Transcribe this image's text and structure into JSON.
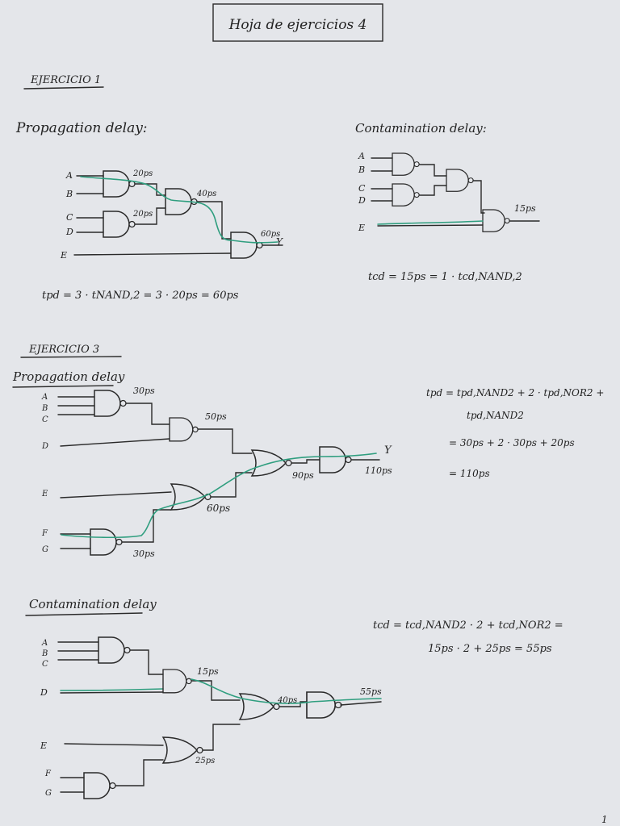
{
  "sheet": {
    "title": "Hoja de ejercicios 4",
    "page_number": "1"
  },
  "ex1": {
    "heading": "EJERCICIO 1",
    "prop": {
      "heading": "Propagation delay:",
      "inputs": [
        "A",
        "B",
        "C",
        "D",
        "E"
      ],
      "output": "Y",
      "delays": [
        "20ps",
        "20ps",
        "40ps",
        "60ps"
      ],
      "formula": "tpd = 3 · tNAND,2 = 3 · 20ps = 60ps"
    },
    "cont": {
      "heading": "Contamination delay:",
      "inputs": [
        "A",
        "B",
        "C",
        "D",
        "E"
      ],
      "delay": "15ps",
      "formula": "tcd = 15ps = 1 · tcd,NAND,2"
    }
  },
  "ex3": {
    "heading": "EJERCICIO 3",
    "prop": {
      "heading": "Propagation delay",
      "inputs": [
        "A",
        "B",
        "C",
        "D",
        "E",
        "F",
        "G"
      ],
      "output": "Y",
      "delays": [
        "30ps",
        "50ps",
        "90ps",
        "110ps",
        "60ps",
        "30ps"
      ],
      "formula": [
        "tpd = tpd,NAND2 + 2 · tpd,NOR2 +",
        "tpd,NAND2",
        "= 30ps + 2 · 30ps + 20ps",
        "= 110ps"
      ]
    },
    "cont": {
      "heading": "Contamination delay",
      "inputs": [
        "A",
        "B",
        "C",
        "D",
        "E",
        "F",
        "G"
      ],
      "delays": [
        "15ps",
        "40ps",
        "55ps",
        "25ps"
      ],
      "formula": [
        "tcd = tcd,NAND2 · 2 + tcd,NOR2 =",
        "15ps · 2 + 25ps = 55ps"
      ]
    }
  }
}
